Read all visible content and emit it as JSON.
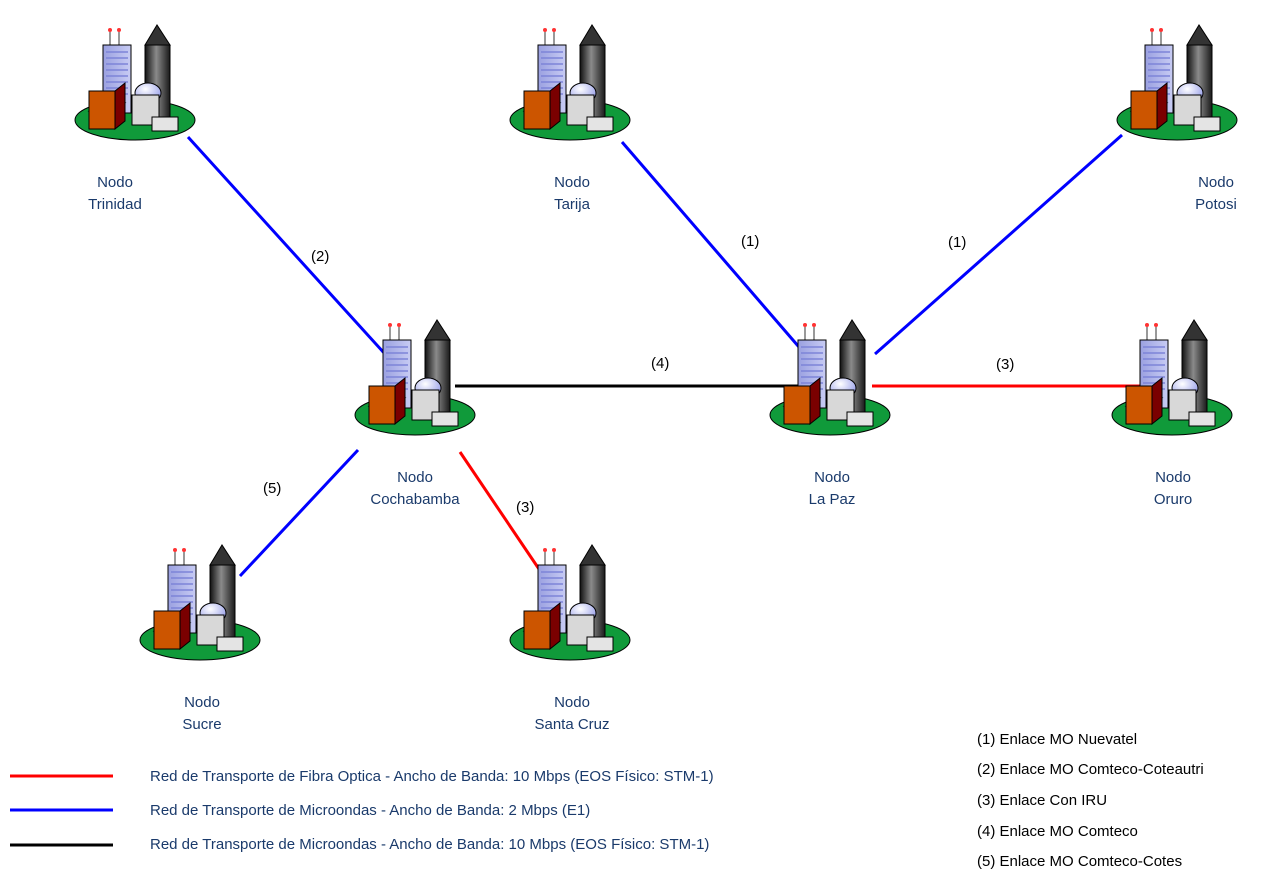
{
  "colors": {
    "fiber": "#ff0000",
    "microwave_2mbps": "#0000ff",
    "microwave_10mbps": "#000000",
    "node_label": "#1a3a6b"
  },
  "nodes": {
    "trinidad": {
      "line1": "Nodo",
      "line2": "Trinidad",
      "icon": "city-buildings-icon"
    },
    "tarija": {
      "line1": "Nodo",
      "line2": "Tarija",
      "icon": "city-buildings-icon"
    },
    "potosi": {
      "line1": "Nodo",
      "line2": "Potosi",
      "icon": "city-buildings-icon"
    },
    "cochabamba": {
      "line1": "Nodo",
      "line2": "Cochabamba",
      "icon": "city-buildings-icon"
    },
    "lapaz": {
      "line1": "Nodo",
      "line2": "La Paz",
      "icon": "city-buildings-icon"
    },
    "oruro": {
      "line1": "Nodo",
      "line2": "Oruro",
      "icon": "city-buildings-icon"
    },
    "sucre": {
      "line1": "Nodo",
      "line2": "Sucre",
      "icon": "city-buildings-icon"
    },
    "santacruz": {
      "line1": "Nodo",
      "line2": "Santa Cruz",
      "icon": "city-buildings-icon"
    }
  },
  "links": {
    "trinidad_cochabamba": "(2)",
    "tarija_lapaz": "(1)",
    "potosi_lapaz": "(1)",
    "cochabamba_lapaz": "(4)",
    "lapaz_oruro": "(3)",
    "cochabamba_sucre": "(5)",
    "cochabamba_santacruz": "(3)"
  },
  "legend": [
    "Red de Transporte de Fibra Optica - Ancho de Banda: 10 Mbps (EOS Físico: STM-1)",
    "Red de Transporte de Microondas - Ancho de Banda: 2 Mbps (E1)",
    "Red de Transporte de Microondas - Ancho de Banda: 10 Mbps (EOS Físico: STM-1)"
  ],
  "link_key": [
    "(1) Enlace MO Nuevatel",
    "(2) Enlace MO Comteco-Coteautri",
    "(3) Enlace Con IRU",
    "(4) Enlace MO Comteco",
    "(5) Enlace MO Comteco-Cotes"
  ]
}
